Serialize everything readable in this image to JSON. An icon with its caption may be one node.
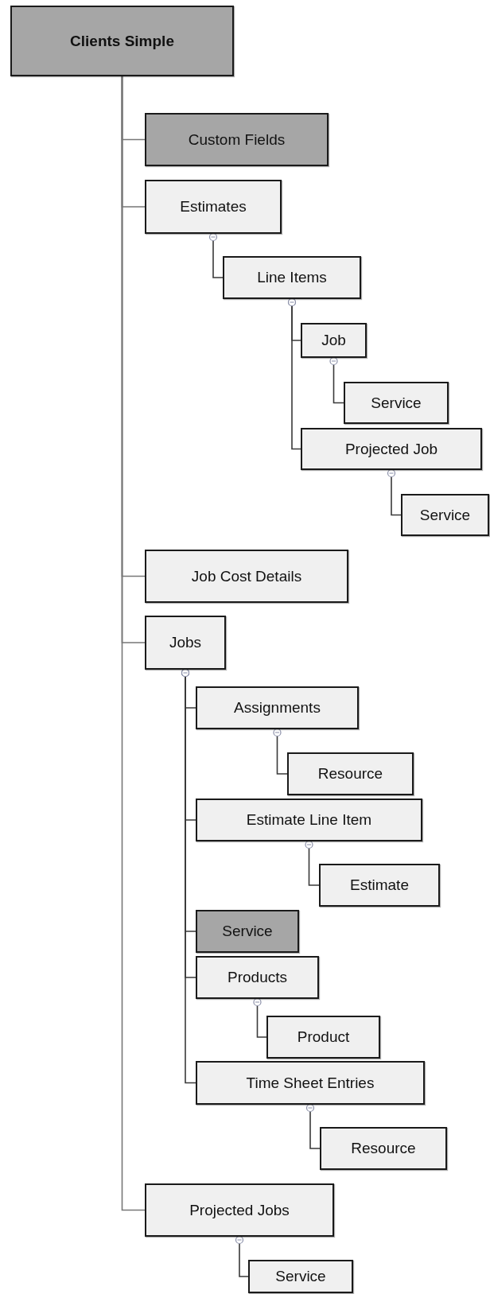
{
  "diagram": {
    "nodes": [
      {
        "text": [
          "Clients Simple"
        ]
      },
      {
        "text": [
          "Custom Fields"
        ]
      },
      {
        "text": [
          "Estimates"
        ]
      },
      {
        "text": [
          "Line Items"
        ]
      },
      {
        "text": [
          "Job"
        ]
      },
      {
        "text": [
          "Service"
        ]
      },
      {
        "text": [
          "Projected Job"
        ]
      },
      {
        "text": [
          "Service"
        ]
      },
      {
        "text": [
          "Job Cost Details"
        ]
      },
      {
        "text": [
          "Jobs"
        ]
      },
      {
        "text": [
          "Assignments"
        ]
      },
      {
        "text": [
          "Resource"
        ]
      },
      {
        "text": [
          "Estimate Line Item"
        ]
      },
      {
        "text": [
          "Estimate"
        ]
      },
      {
        "text": [
          "Service"
        ]
      },
      {
        "text": [
          "Products"
        ]
      },
      {
        "text": [
          "Product"
        ]
      },
      {
        "text": [
          "Time Sheet Entries"
        ]
      },
      {
        "text": [
          "Resource"
        ]
      },
      {
        "text": [
          "Projected Jobs"
        ]
      },
      {
        "text": [
          "Service"
        ]
      }
    ],
    "edges": [
      {
        "from": 0,
        "to": 1,
        "arrow": "none"
      },
      {
        "from": 0,
        "to": 2,
        "arrow": "none"
      },
      {
        "from": 2,
        "to": 3,
        "arrow": "other"
      },
      {
        "from": 3,
        "to": 4,
        "arrow": "other"
      },
      {
        "from": 4,
        "to": 5,
        "arrow": "other"
      },
      {
        "from": 3,
        "to": 6,
        "arrow": "other"
      },
      {
        "from": 6,
        "to": 7,
        "arrow": "other"
      },
      {
        "from": 0,
        "to": 8,
        "arrow": "none"
      },
      {
        "from": 0,
        "to": 9,
        "arrow": "none"
      },
      {
        "from": 9,
        "to": 10,
        "arrow": "other"
      },
      {
        "from": 10,
        "to": 11,
        "arrow": "other"
      },
      {
        "from": 9,
        "to": 12,
        "arrow": "other"
      },
      {
        "from": 12,
        "to": 13,
        "arrow": "other"
      },
      {
        "from": 9,
        "to": 14,
        "arrow": "other"
      },
      {
        "from": 9,
        "to": 15,
        "arrow": "other"
      },
      {
        "from": 15,
        "to": 16,
        "arrow": "other"
      },
      {
        "from": 9,
        "to": 17,
        "arrow": "other"
      },
      {
        "from": 17,
        "to": 18,
        "arrow": "other"
      },
      {
        "from": 0,
        "to": 19,
        "arrow": "none"
      },
      {
        "from": 19,
        "to": 20,
        "arrow": "other"
      }
    ]
  }
}
